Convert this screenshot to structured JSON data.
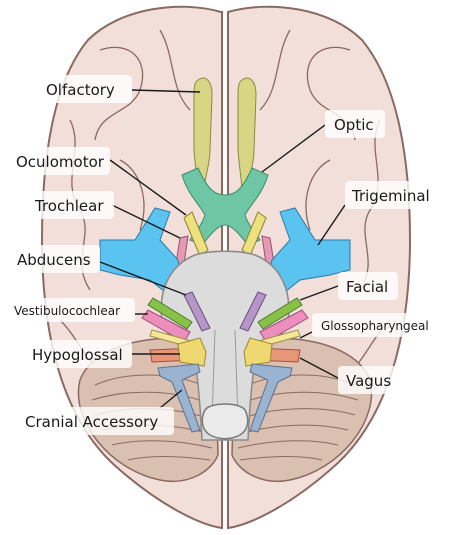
{
  "labels": {
    "olfactory": "Olfactory",
    "optic": "Optic",
    "oculomotor": "Oculomotor",
    "trochlear": "Trochlear",
    "trigeminal": "Trigeminal",
    "abducens": "Abducens",
    "facial": "Facial",
    "vestibulocochlear": "Vestibulocochlear",
    "glossopharyngeal": "Glossopharyngeal",
    "hypoglossal": "Hypoglossal",
    "vagus": "Vagus",
    "cranial_accessory": "Cranial Accessory"
  },
  "colors": {
    "brain": "#f2dfd9",
    "brain_outline": "#8a6a60",
    "cerebellum": "#d9c0b0",
    "brainstem": "#dcdcdc",
    "olfactory": "#d8d584",
    "optic": "#6fc6a4",
    "oculomotor": "#ece17e",
    "trochlear": "#e59ab4",
    "trigeminal": "#5bc3ef",
    "abducens": "#b596c6",
    "facial": "#88c14a",
    "vestibulocochlear": "#ec8fbd",
    "glossopharyngeal": "#f5e79a",
    "vagus": "#e8967a",
    "accessory": "#9ab3d0",
    "hypoglossal": "#f0d870"
  }
}
